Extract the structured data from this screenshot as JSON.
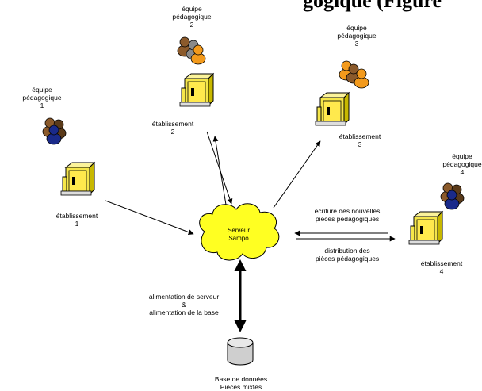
{
  "header_fragment": "gogique (Figure ",
  "teams": [
    {
      "label": "équipe\npédagogique\n1",
      "colors": [
        "#8b5a2b",
        "#1a2a8a"
      ]
    },
    {
      "label": "équipe\npédagogique\n2",
      "colors": [
        "#8a8a8a",
        "#f39a1c"
      ]
    },
    {
      "label": "équipe\npédagogique\n3",
      "colors": [
        "#f39a1c",
        "#8b5a2b"
      ]
    },
    {
      "label": "équipe\npédagogique\n4",
      "colors": [
        "#8b5a2b",
        "#1a2a8a"
      ]
    }
  ],
  "schools": [
    {
      "label": "établissement\n1"
    },
    {
      "label": "établissement\n2"
    },
    {
      "label": "établissement\n3"
    },
    {
      "label": "établissement\n4"
    }
  ],
  "server": {
    "label": "Serveur\nSampo",
    "fill": "#ffff22"
  },
  "database": {
    "label": "Base de données\nPièces mixtes"
  },
  "flows": {
    "write_label": "écriture des nouvelles\npièces pédagogiques",
    "distribute_label": "distribution des\npièces pédagogiques",
    "feed_label": "alimentation de serveur\n&\nalimentation de la base"
  },
  "colors": {
    "building": "#f5e64a",
    "building_dark": "#c8b800",
    "accent_blue": "#1a2a8a"
  }
}
